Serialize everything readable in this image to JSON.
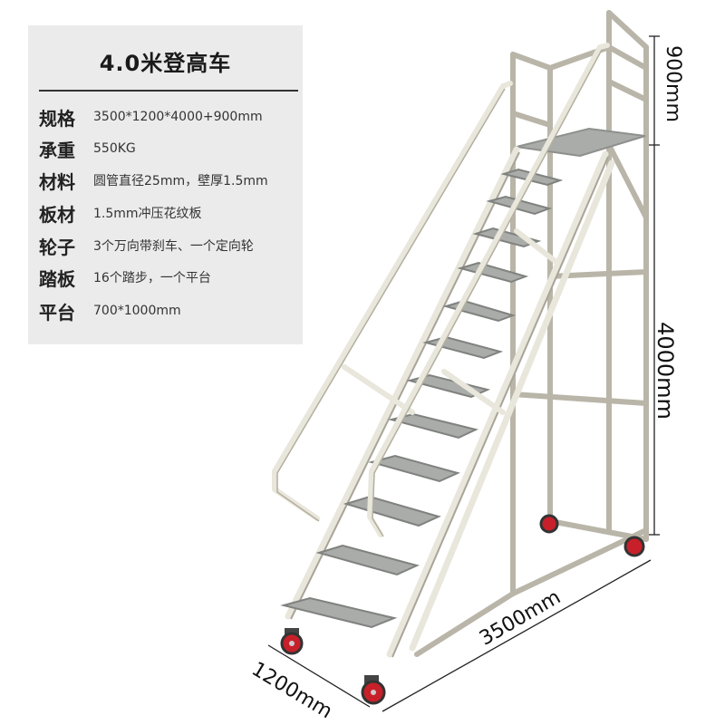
{
  "panel": {
    "title": "4.0米登高车",
    "specs": [
      {
        "label": "规格",
        "value": "3500*1200*4000+900mm"
      },
      {
        "label": "承重",
        "value": "550KG"
      },
      {
        "label": "材料",
        "value": "圆管直径25mm，壁厚1.5mm"
      },
      {
        "label": "板材",
        "value": "1.5mm冲压花纹板"
      },
      {
        "label": "轮子",
        "value": "3个万向带刹车、一个定向轮"
      },
      {
        "label": "踏板",
        "value": "16个踏步，一个平台"
      },
      {
        "label": "平台",
        "value": "700*1000mm"
      }
    ]
  },
  "dimensions": {
    "top_height": "900mm",
    "main_height": "4000mm",
    "length": "3500mm",
    "width": "1200mm"
  },
  "colors": {
    "frame": "#e9e6dc",
    "frame_shadow": "#b9b5a8",
    "tread": "#a9aca8",
    "wheel": "#c8202a",
    "panel_bg": "#ebebeb"
  }
}
